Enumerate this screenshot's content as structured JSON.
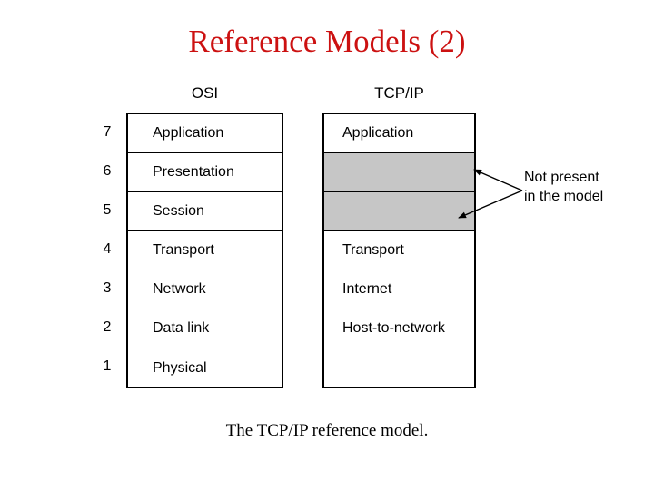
{
  "slide": {
    "title": "Reference Models (2)",
    "caption": "The TCP/IP reference model.",
    "title_color": "#cc1111",
    "shaded_cell_color": "#c6c6c6"
  },
  "osi_column": {
    "heading": "OSI",
    "layers": [
      {
        "number": "7",
        "label": "Application"
      },
      {
        "number": "6",
        "label": "Presentation"
      },
      {
        "number": "5",
        "label": "Session"
      },
      {
        "number": "4",
        "label": "Transport"
      },
      {
        "number": "3",
        "label": "Network"
      },
      {
        "number": "2",
        "label": "Data link"
      },
      {
        "number": "1",
        "label": "Physical"
      }
    ]
  },
  "tcpip_column": {
    "heading": "TCP/IP",
    "layers": [
      {
        "label": "Application",
        "shaded": false
      },
      {
        "label": "",
        "shaded": true
      },
      {
        "label": "",
        "shaded": true
      },
      {
        "label": "Transport",
        "shaded": false
      },
      {
        "label": "Internet",
        "shaded": false
      },
      {
        "label": "Host-to-network",
        "shaded": false
      }
    ]
  },
  "annotation": {
    "line1": "Not present",
    "line2": "in the model"
  }
}
